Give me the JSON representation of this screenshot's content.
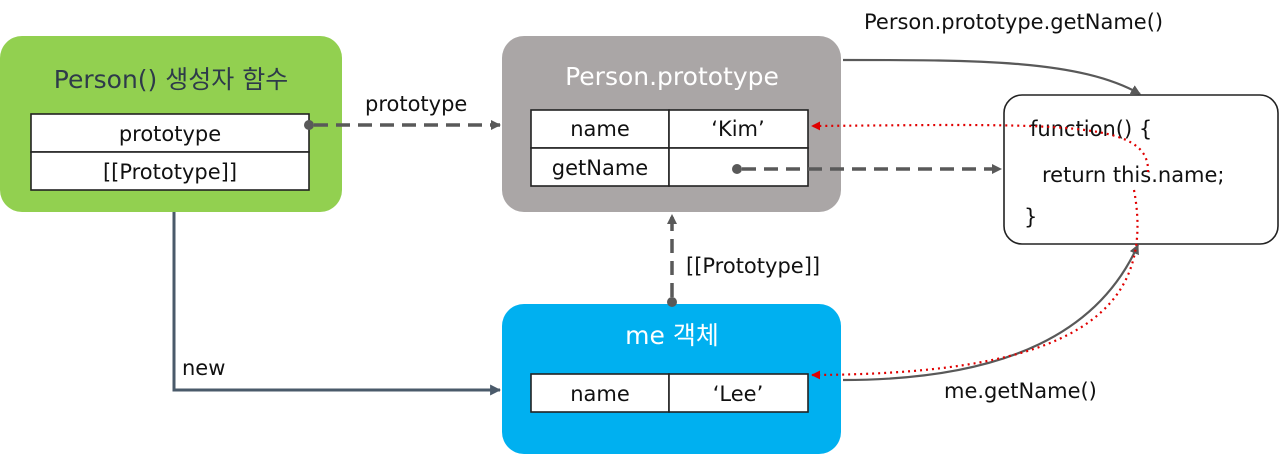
{
  "person_ctor": {
    "title": "Person() 생성자 함수",
    "rows": [
      "prototype",
      "[[Prototype]]"
    ],
    "color": "#92d050"
  },
  "person_proto": {
    "title": "Person.prototype",
    "rows": [
      {
        "key": "name",
        "value": "‘Kim’"
      },
      {
        "key": "getName",
        "value": ""
      }
    ],
    "color": "#aaa6a6"
  },
  "me_obj": {
    "title": "me 객체",
    "rows": [
      {
        "key": "name",
        "value": "‘Lee’"
      }
    ],
    "color": "#00b0f0"
  },
  "function_box": {
    "lines": [
      "function() {",
      "return this.name;",
      "}"
    ]
  },
  "edges": {
    "prototype": "prototype",
    "proto_link": "[[Prototype]]",
    "new": "new",
    "person_get_name": "Person.prototype.getName()",
    "me_get_name": "me.getName()"
  },
  "colors": {
    "arrow_solid": "#4a5a6a",
    "arrow_dashed": "#595959",
    "arrow_dotted": "#e00000"
  }
}
